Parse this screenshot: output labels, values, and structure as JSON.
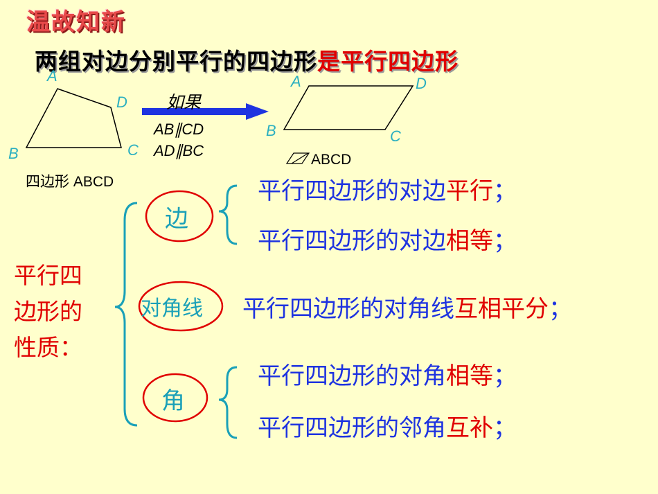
{
  "header": {
    "title": "温故知新",
    "definition_black": "两组对边分别平行的四边形",
    "definition_red": "是平行四边形"
  },
  "figure_left": {
    "A": "A",
    "B": "B",
    "C": "C",
    "D": "D",
    "caption": "四边形 ABCD"
  },
  "arrow": {
    "label": "如果",
    "cond1": "AB∥CD",
    "cond2": "AD∥BC",
    "color": "#1E33E0"
  },
  "figure_right": {
    "A": "A",
    "B": "B",
    "C": "C",
    "D": "D",
    "caption": "ABCD",
    "caption_icon": "parallelogram-symbol-icon"
  },
  "properties": {
    "title_line1": "平行四",
    "title_line2": "边形的",
    "title_line3": "性质：",
    "side": {
      "label": "边",
      "p1_prefix": "平行四边形的对边",
      "p1_hl": "平行",
      "p1_end": "；",
      "p2_prefix": "平行四边形的对边",
      "p2_hl": "相等",
      "p2_end": "；"
    },
    "diagonal": {
      "label": "对角线",
      "p_prefix": "平行四边形的对角线",
      "p_hl": "互相平分",
      "p_end": "；"
    },
    "angle": {
      "label": "角",
      "p1_prefix": "平行四边形的对角",
      "p1_hl": "相等",
      "p1_end": "；",
      "p2_prefix": "平行四边形的邻角",
      "p2_hl": "互补",
      "p2_end": "；"
    }
  },
  "colors": {
    "background": "#FFFFCC",
    "blue_text": "#1E33E0",
    "red_text": "#E00000",
    "teal": "#1AA0B8"
  }
}
